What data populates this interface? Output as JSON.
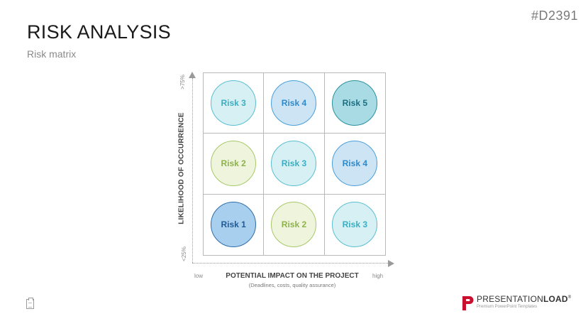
{
  "slide_code": "#D2391",
  "title": "RISK ANALYSIS",
  "subtitle": "Risk matrix",
  "y_axis": {
    "label": "LIKELIHOOD OF OCCURRENCE",
    "top_tick": ">75%",
    "bottom_tick": "<25%"
  },
  "x_axis": {
    "label": "POTENTIAL IMPACT ON THE PROJECT",
    "sublabel": "(Deadlines, costs, quality assurance)",
    "low": "low",
    "high": "high"
  },
  "colors": {
    "light_blue_fill": "#d6f0f4",
    "light_blue_border": "#5bbfcf",
    "light_blue_text": "#3aaec2",
    "blue_fill": "#cde4f5",
    "blue_border": "#4a9fd8",
    "blue_text": "#2f8acb",
    "green_fill": "#eef5dc",
    "green_border": "#a8c86a",
    "green_text": "#8eb24a",
    "dark_teal_fill": "#a8dbe3",
    "dark_teal_border": "#2a8fa0",
    "dark_teal_text": "#1d6f82",
    "dark_blue_fill": "#a9cfee",
    "dark_blue_border": "#2e6ea8",
    "dark_blue_text": "#1f5c96"
  },
  "matrix": {
    "rows": [
      [
        {
          "label": "Risk 3",
          "style": "light_blue"
        },
        {
          "label": "Risk 4",
          "style": "blue"
        },
        {
          "label": "Risk 5",
          "style": "dark_teal"
        }
      ],
      [
        {
          "label": "Risk 2",
          "style": "green"
        },
        {
          "label": "Risk 3",
          "style": "light_blue"
        },
        {
          "label": "Risk 4",
          "style": "blue"
        }
      ],
      [
        {
          "label": "Risk 1",
          "style": "dark_blue"
        },
        {
          "label": "Risk 2",
          "style": "green"
        },
        {
          "label": "Risk 3",
          "style": "light_blue"
        }
      ]
    ]
  },
  "footer": {
    "icon": "clipboard-icon",
    "logo_name_regular": "PRESENTATION",
    "logo_name_bold": "LOAD",
    "logo_mark_text": "®",
    "logo_tagline": "Premium PowerPoint Templates",
    "logo_color": "#c8102e"
  }
}
